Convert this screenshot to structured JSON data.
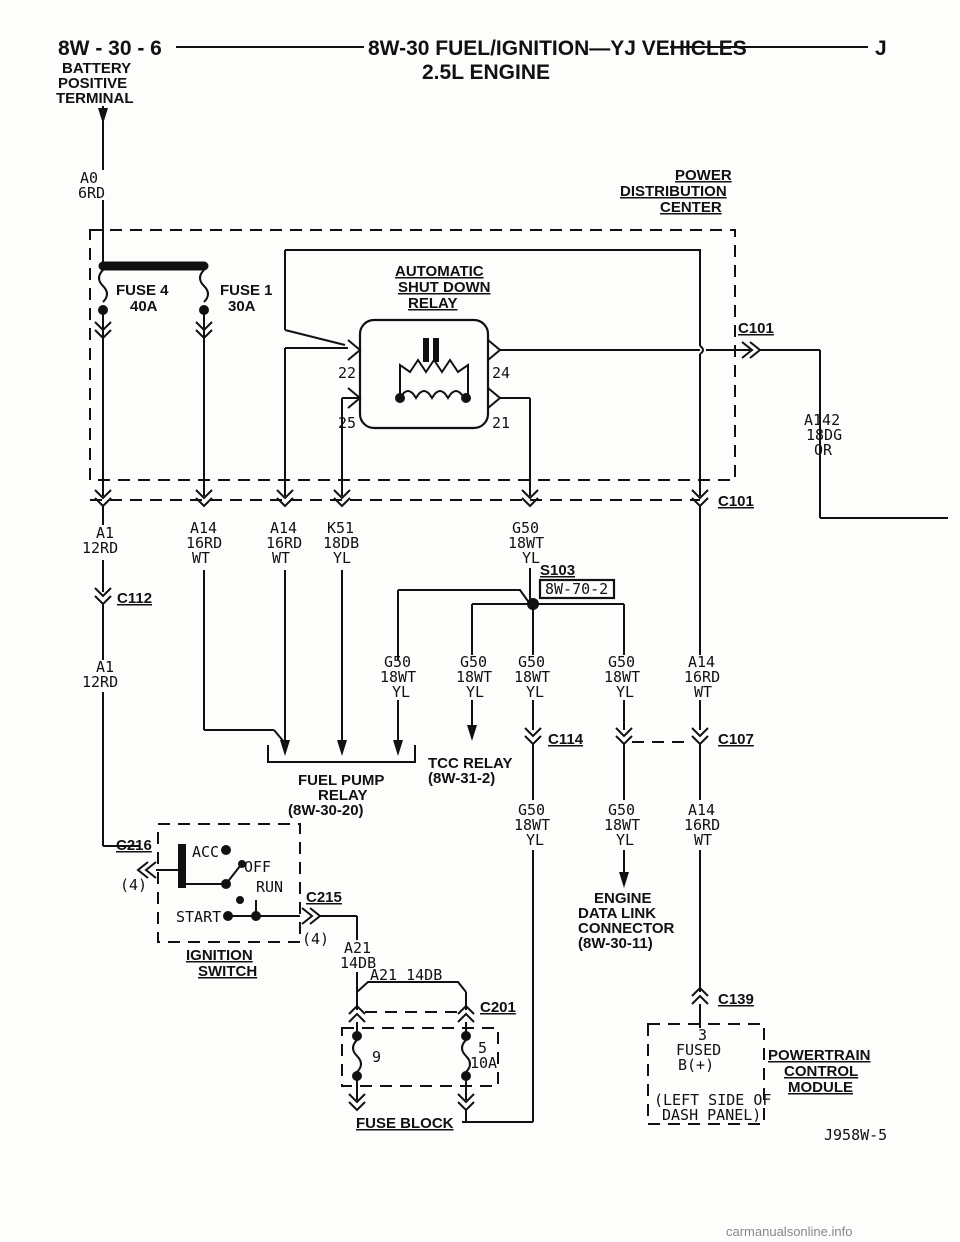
{
  "header": {
    "page": "8W - 30 - 6",
    "title": "8W-30 FUEL/IGNITION—YJ VEHICLES",
    "subtitle": "2.5L ENGINE",
    "corner": "J"
  },
  "labels": {
    "battery_1": "BATTERY",
    "battery_2": "POSITIVE",
    "battery_3": "TERMINAL",
    "pdc_1": "POWER",
    "pdc_2": "DISTRIBUTION",
    "pdc_3": "CENTER",
    "asd_1": "AUTOMATIC",
    "asd_2": "SHUT DOWN",
    "asd_3": "RELAY",
    "fuse4_name": "FUSE 4",
    "fuse4_amp": "40A",
    "fuse1_name": "FUSE 1",
    "fuse1_amp": "30A",
    "pin22": "22",
    "pin24": "24",
    "pin25": "25",
    "pin21": "21",
    "fpr_1": "FUEL PUMP",
    "fpr_2": "RELAY",
    "fpr_3": "(8W-30-20)",
    "tcc_1": "TCC RELAY",
    "tcc_2": "(8W-31-2)",
    "edlc_1": "ENGINE",
    "edlc_2": "DATA LINK",
    "edlc_3": "CONNECTOR",
    "edlc_4": "(8W-30-11)",
    "ign_1": "IGNITION",
    "ign_2": "SWITCH",
    "acc": "ACC",
    "off": "OFF",
    "run": "RUN",
    "start": "START",
    "pin4a": "(4)",
    "pin4b": "(4)",
    "fb_9": "9",
    "fb_5": "5",
    "fb_10a": "10A",
    "fuse_block": "FUSE BLOCK",
    "pcm_pin": "3",
    "pcm_fused": "FUSED",
    "pcm_b": "B(+)",
    "pcm_left1": "(LEFT SIDE OF",
    "pcm_left2": "DASH PANEL)",
    "pcm_1": "POWERTRAIN",
    "pcm_2": "CONTROL",
    "pcm_3": "MODULE",
    "splice_ref": "8W-70-2",
    "fig_id": "J958W-5"
  },
  "connectors": {
    "c101a": "C101",
    "c101b": "C101",
    "c112": "C112",
    "c114": "C114",
    "c107": "C107",
    "c216": "C216",
    "c215": "C215",
    "c201": "C201",
    "c139": "C139",
    "s103": "S103"
  },
  "wires": {
    "a0_1": "A0",
    "a0_2": "6RD",
    "a142_1": "A142",
    "a142_2": "18DG",
    "a142_3": "OR",
    "a1_1": "A1",
    "a1_2": "12RD",
    "a14a_1": "A14",
    "a14a_2": "16RD",
    "a14a_3": "WT",
    "a14b_1": "A14",
    "a14b_2": "16RD",
    "a14b_3": "WT",
    "k51_1": "K51",
    "k51_2": "18DB",
    "k51_3": "YL",
    "g50a_1": "G50",
    "g50a_2": "18WT",
    "g50a_3": "YL",
    "a1b_1": "A1",
    "a1b_2": "12RD",
    "g50b_1": "G50",
    "g50b_2": "18WT",
    "g50b_3": "YL",
    "g50c_1": "G50",
    "g50c_2": "18WT",
    "g50c_3": "YL",
    "g50d_1": "G50",
    "g50d_2": "18WT",
    "g50d_3": "YL",
    "g50e_1": "G50",
    "g50e_2": "18WT",
    "g50e_3": "YL",
    "a14c_1": "A14",
    "a14c_2": "16RD",
    "a14c_3": "WT",
    "g50f_1": "G50",
    "g50f_2": "18WT",
    "g50f_3": "YL",
    "g50g_1": "G50",
    "g50g_2": "18WT",
    "g50g_3": "YL",
    "a14d_1": "A14",
    "a14d_2": "16RD",
    "a14d_3": "WT",
    "a21_1": "A21",
    "a21_2": "14DB",
    "a21b": "A21 14DB"
  },
  "footer": {
    "site": "carmanualsonline.info"
  }
}
